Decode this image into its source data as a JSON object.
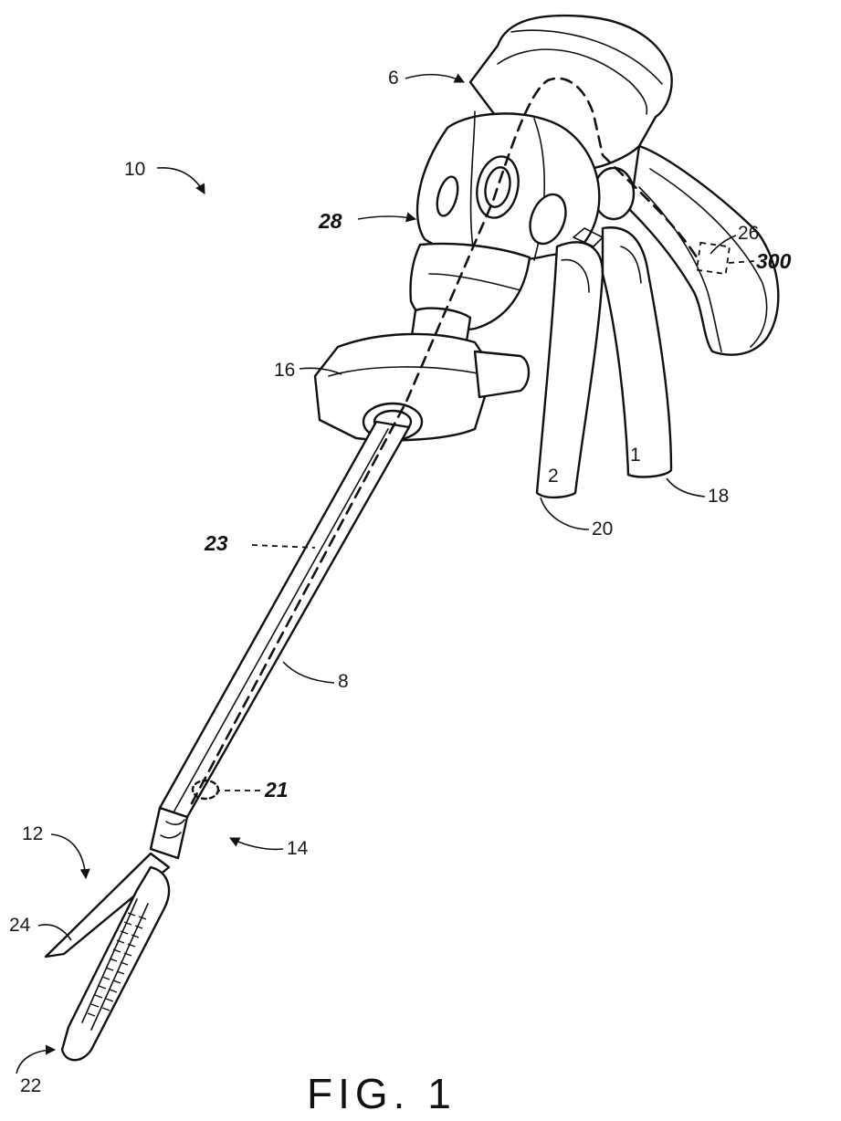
{
  "figure": {
    "caption": "FIG. 1",
    "labels": {
      "device": "10",
      "handle": "6",
      "body_section": "28",
      "rotation_knob": "16",
      "closure_trigger": "26",
      "sensor": "300",
      "firing_trigger_1": "18",
      "firing_trigger_2": "20",
      "trigger_1_mark": "1",
      "trigger_2_mark": "2",
      "drive_member": "23",
      "shaft": "8",
      "articulation_joint": "21",
      "articulation_section": "14",
      "end_effector": "12",
      "anvil": "24",
      "cartridge": "22"
    }
  }
}
